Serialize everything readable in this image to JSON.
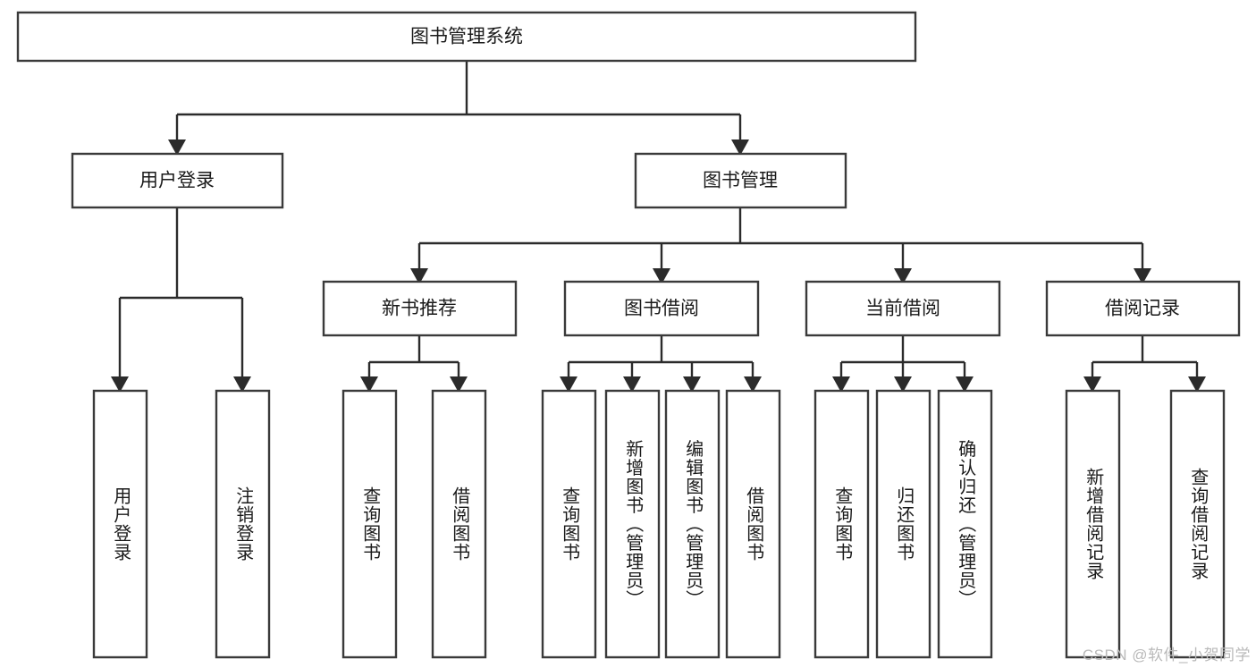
{
  "diagram": {
    "title": "图书管理系统",
    "type": "hierarchy-tree",
    "orientation": "top-down",
    "colors": {
      "box_fill": "#ffffff",
      "box_stroke": "#3a3a3a",
      "edge": "#2b2b2b",
      "text": "#1a1a1a",
      "watermark": "#b9b9b9",
      "background": "#ffffff"
    },
    "root": {
      "id": "root",
      "label": "图书管理系统"
    },
    "level1": [
      {
        "id": "user-login",
        "label": "用户登录"
      },
      {
        "id": "book-manage",
        "label": "图书管理"
      }
    ],
    "level2": [
      {
        "id": "new-book-rec",
        "label": "新书推荐",
        "parent": "book-manage"
      },
      {
        "id": "book-borrow",
        "label": "图书借阅",
        "parent": "book-manage"
      },
      {
        "id": "current-borrow",
        "label": "当前借阅",
        "parent": "book-manage"
      },
      {
        "id": "borrow-record",
        "label": "借阅记录",
        "parent": "book-manage"
      }
    ],
    "leaves": [
      {
        "id": "leaf-user-login",
        "label": "用户登录",
        "parent": "user-login"
      },
      {
        "id": "leaf-user-logout",
        "label": "注销登录",
        "parent": "user-login"
      },
      {
        "id": "leaf-query-book-rec",
        "label": "查询图书",
        "parent": "new-book-rec"
      },
      {
        "id": "leaf-borrow-book-rec",
        "label": "借阅图书",
        "parent": "new-book-rec"
      },
      {
        "id": "leaf-query-book-bb",
        "label": "查询图书",
        "parent": "book-borrow"
      },
      {
        "id": "leaf-add-book",
        "label": "新增图书（管理员）",
        "parent": "book-borrow"
      },
      {
        "id": "leaf-edit-book",
        "label": "编辑图书（管理员）",
        "parent": "book-borrow"
      },
      {
        "id": "leaf-borrow-book-bb",
        "label": "借阅图书",
        "parent": "book-borrow"
      },
      {
        "id": "leaf-query-book-cb",
        "label": "查询图书",
        "parent": "current-borrow"
      },
      {
        "id": "leaf-return-book",
        "label": "归还图书",
        "parent": "current-borrow"
      },
      {
        "id": "leaf-confirm-return",
        "label": "确认归还（管理员）",
        "parent": "current-borrow"
      },
      {
        "id": "leaf-add-record",
        "label": "新增借阅记录",
        "parent": "borrow-record"
      },
      {
        "id": "leaf-query-record",
        "label": "查询借阅记录",
        "parent": "borrow-record"
      }
    ]
  },
  "watermark": {
    "text": "CSDN @软件_小贺同学"
  }
}
